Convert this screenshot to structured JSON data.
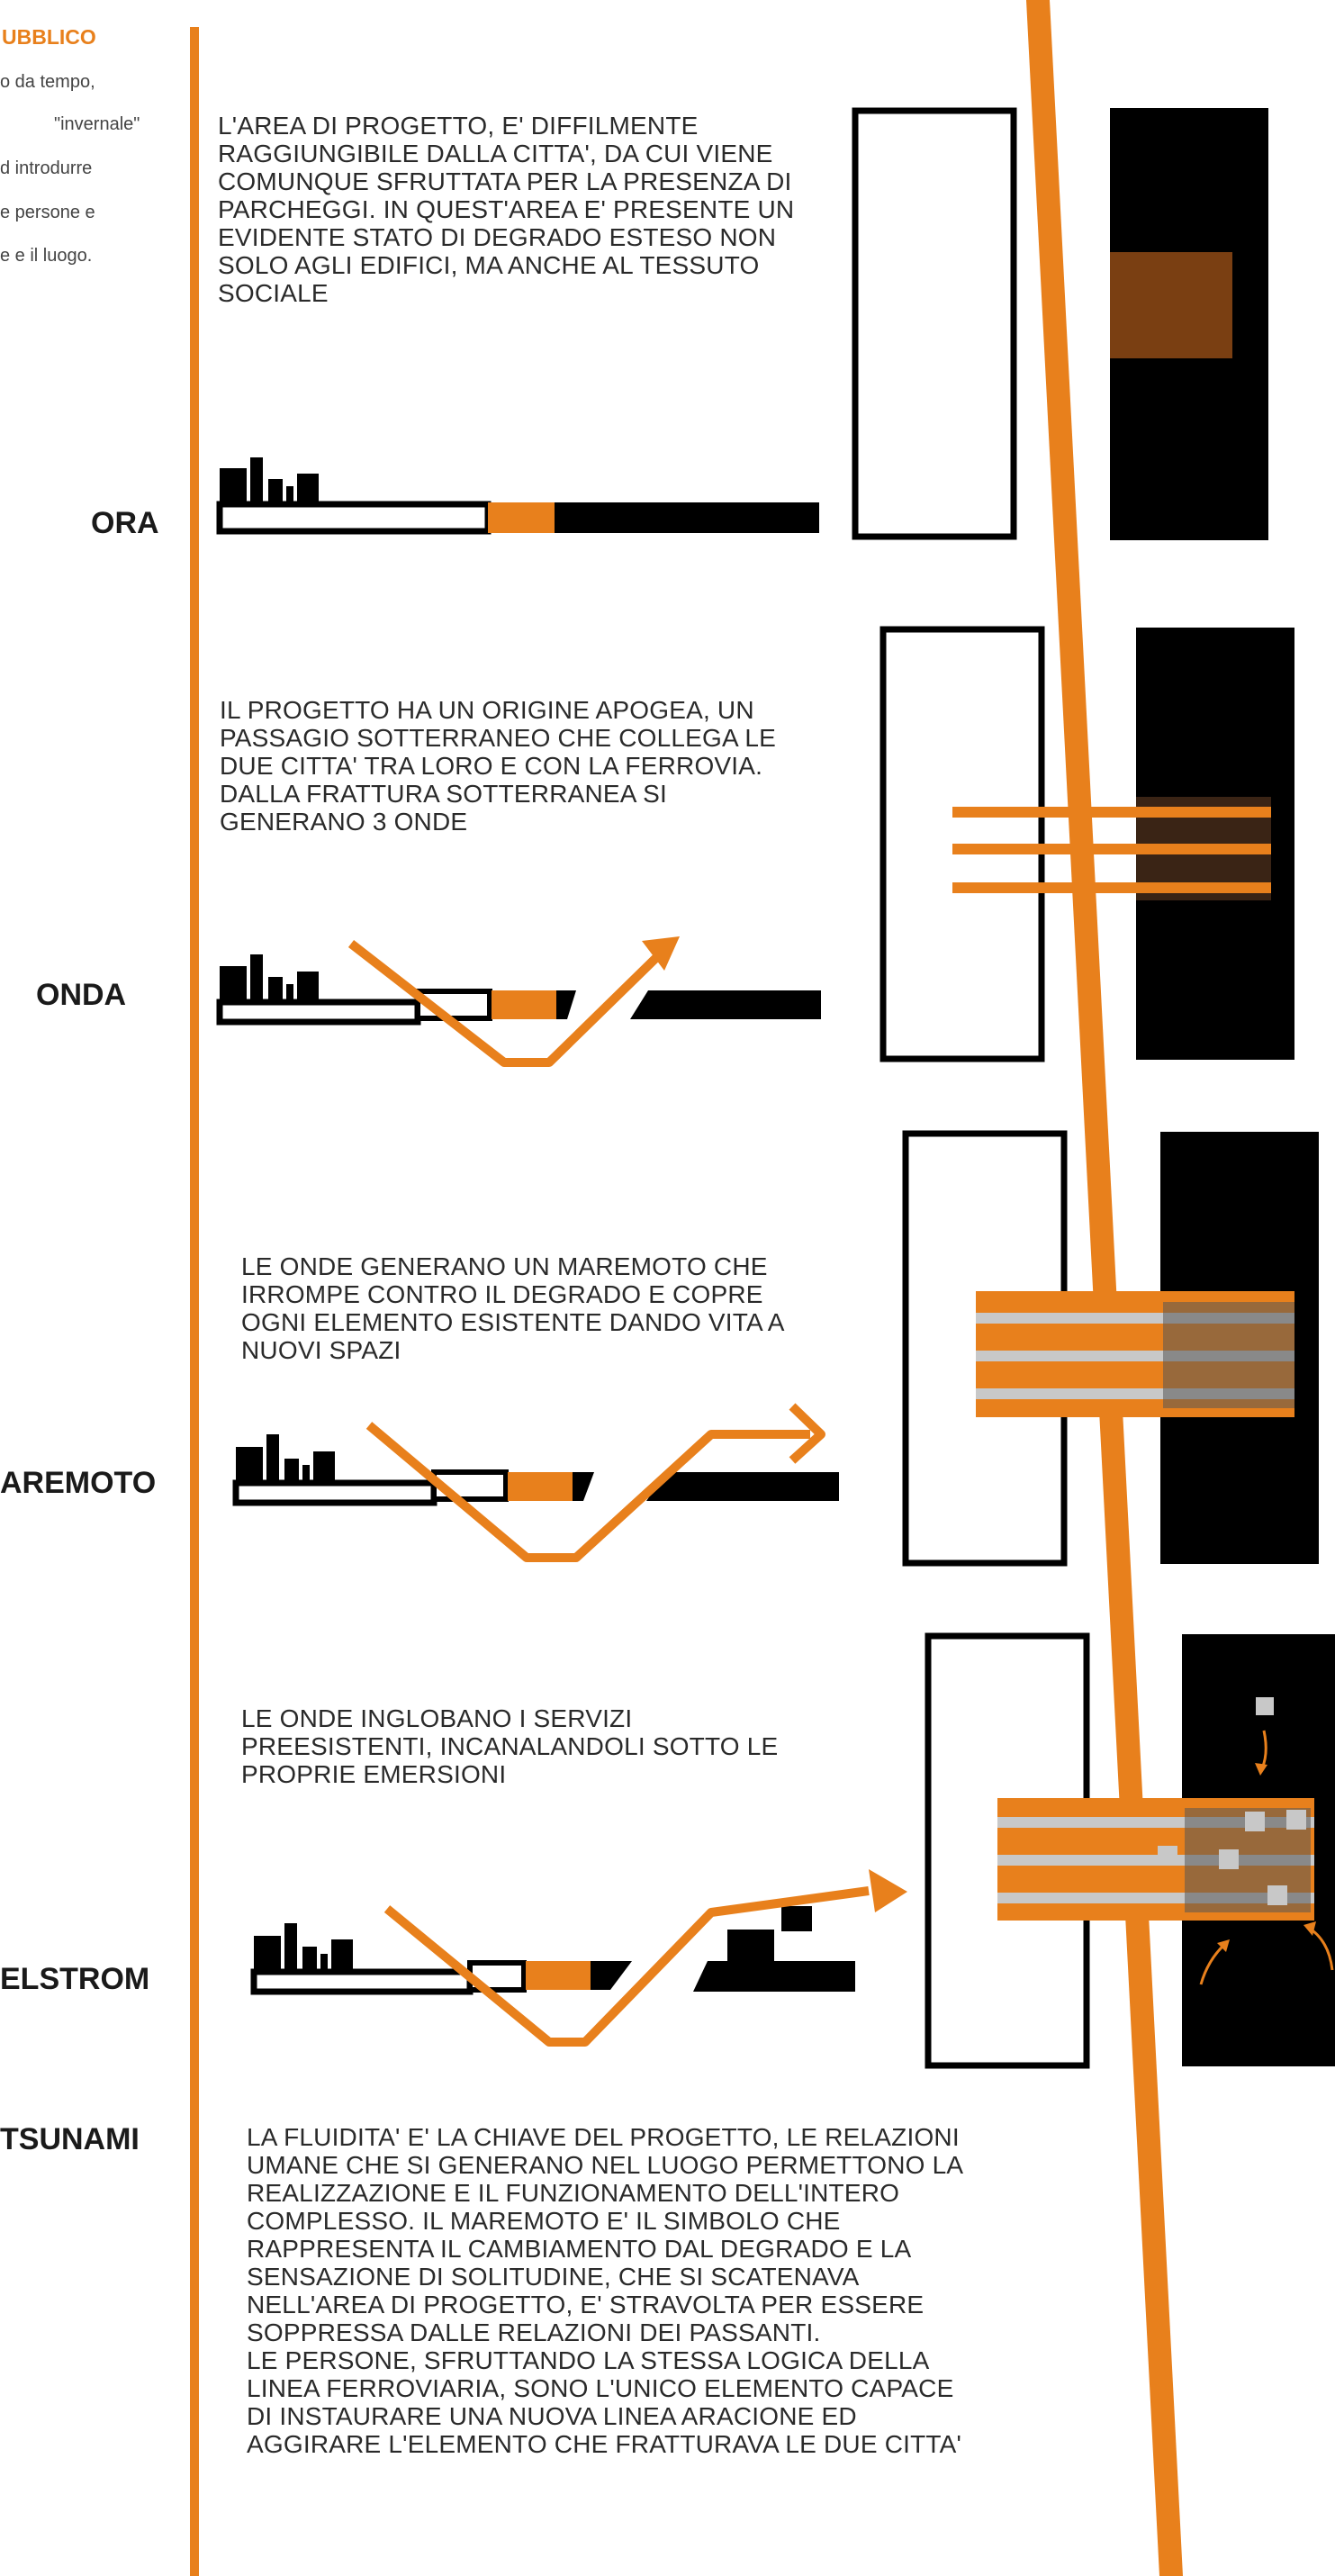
{
  "sidebar": {
    "heading": "UBBLICO",
    "lines": [
      "o da tempo,",
      "\"invernale\"",
      "d introdurre",
      "e persone e",
      "e e il luogo."
    ]
  },
  "stages": [
    {
      "label": "ORA",
      "text": [
        "L'AREA DI PROGETTO, E' DIFFILMENTE",
        "RAGGIUNGIBILE DALLA CITTA', DA CUI VIENE",
        "COMUNQUE SFRUTTATA PER LA PRESENZA DI",
        "PARCHEGGI. IN QUEST'AREA E' PRESENTE UN",
        "EVIDENTE STATO DI DEGRADO ESTESO NON",
        "SOLO AGLI EDIFICI, MA ANCHE AL TESSUTO",
        "SOCIALE"
      ]
    },
    {
      "label": "ONDA",
      "text": [
        "IL PROGETTO HA UN ORIGINE APOGEA, UN",
        "PASSAGIO SOTTERRANEO CHE COLLEGA LE",
        "DUE CITTA' TRA LORO E CON LA FERROVIA.",
        "DALLA FRATTURA SOTTERRANEA SI",
        "GENERANO 3 ONDE"
      ]
    },
    {
      "label": "AREMOTO",
      "text": [
        "LE ONDE GENERANO UN MAREMOTO CHE",
        "IRROMPE CONTRO IL DEGRADO E COPRE",
        "OGNI ELEMENTO ESISTENTE DANDO VITA A",
        "NUOVI SPAZI"
      ]
    },
    {
      "label": "ELSTROM",
      "text": [
        "LE ONDE INGLOBANO I SERVIZI",
        "PREESISTENTI, INCANALANDOLI SOTTO LE",
        "PROPRIE EMERSIONI"
      ]
    },
    {
      "label": "TSUNAMI",
      "text": [
        "LA FLUIDITA' E' LA CHIAVE DEL PROGETTO, LE RELAZIONI",
        "UMANE CHE SI GENERANO NEL LUOGO PERMETTONO LA",
        "REALIZZAZIONE E IL FUNZIONAMENTO DELL'INTERO",
        "COMPLESSO. IL MAREMOTO E' IL SIMBOLO CHE",
        "RAPPRESENTA IL CAMBIAMENTO DAL DEGRADO E LA",
        "SENSAZIONE DI SOLITUDINE, CHE SI SCATENAVA",
        "NELL'AREA DI PROGETTO, E' STRAVOLTA PER ESSERE",
        "SOPPRESSA DALLE RELAZIONI DEI PASSANTI.",
        "LE PERSONE, SFRUTTANDO LA STESSA LOGICA DELLA",
        "LINEA FERROVIARIA, SONO L'UNICO ELEMENTO CAPACE",
        "DI INSTAURARE UNA NUOVA LINEA ARACIONE ED",
        "AGGIRARE L'ELEMENTO CHE FRATTURAVA LE DUE CITTA'"
      ]
    }
  ],
  "colors": {
    "accent": "#e8801c",
    "dark": "#000000",
    "grey": "#c8c8c8",
    "brown": "#7a3f12"
  }
}
